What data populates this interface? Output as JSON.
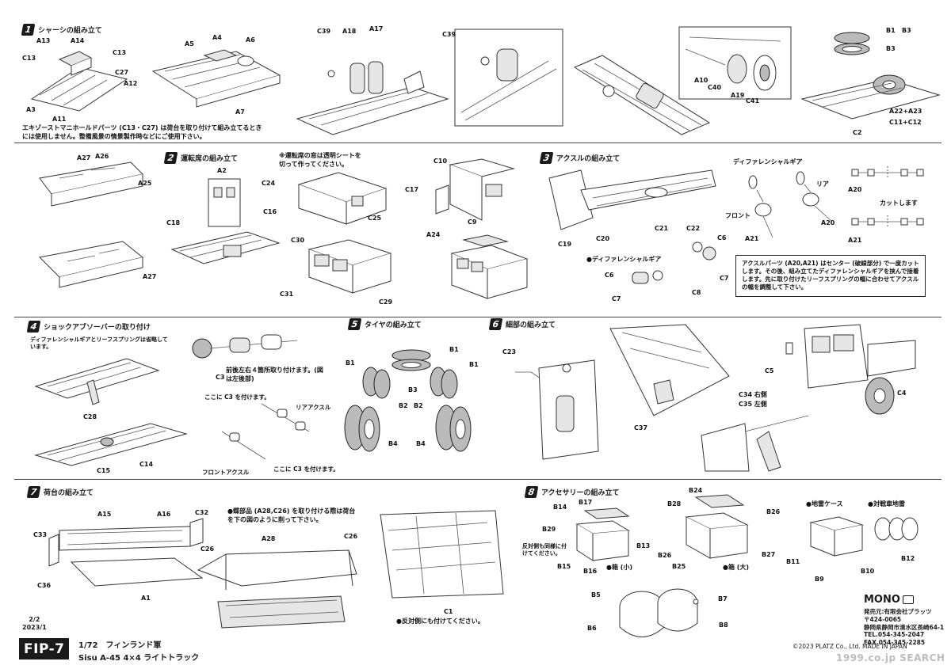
{
  "steps": [
    {
      "num": "1",
      "title": "シャーシの組み立て"
    },
    {
      "num": "2",
      "title": "運転席の組み立て"
    },
    {
      "num": "3",
      "title": "アクスルの組み立て"
    },
    {
      "num": "4",
      "title": "ショックアブソーバーの取り付け"
    },
    {
      "num": "5",
      "title": "タイヤの組み立て"
    },
    {
      "num": "6",
      "title": "細部の組み立て"
    },
    {
      "num": "7",
      "title": "荷台の組み立て"
    },
    {
      "num": "8",
      "title": "アクセサリーの組み立て"
    }
  ],
  "notes": {
    "exhaust": "エキゾーストマニホールドパーツ (C13・C27) は荷台を取り付けて組み立てるときには使用しません。整備風景の情景製作時などにご使用下さい。",
    "window": "※運転席の窓は透明シートを切って作ってください。",
    "axle": "アクスルパーツ (A20,A21) はセンター (破線部分) で一度カットします。その後、組み立てたディファレンシャルギアを挟んで接着します。先に取り付けたリーフスプリングの幅に合わせてアクスルの幅を調整して下さい。",
    "shock": "ディファレンシャルギアとリーフスプリングは省略しています。",
    "c3_both": "前後左右４箇所取り付けます。(図は左後部)",
    "c3_here_1": "ここに C3 を付けます。",
    "c3_here_2": "ここに C3 を付けます。",
    "rear_axle": "リアアクスル",
    "front_axle": "フロントアクスル",
    "hinge": "●蝶部品 (A28,C26) を取り付ける際は荷台を下の図のように削って下さい。",
    "other_side": "●反対側にも付けてください。",
    "other_side_same": "反対側も同様に付けてください。",
    "diff_gear": "ディファレンシャルギア",
    "diff_gear_bullet": "●ディファレンシャルギア",
    "front": "フロント",
    "rear": "リア",
    "cut": "カットします",
    "box_small": "●箱 (小)",
    "box_large": "●箱 (大)",
    "mine_case": "●地雷ケース",
    "at_mine": "●対戦車地雷",
    "c34": "C34 右側",
    "c35": "C35 左側"
  },
  "labels": {
    "s1": [
      "A13",
      "A14",
      "C13",
      "C13",
      "C27",
      "A12",
      "A3",
      "A11",
      "A5",
      "A4",
      "A6",
      "A7",
      "C39",
      "A18",
      "A17",
      "C39",
      "A10",
      "C40",
      "A19",
      "C41",
      "B1",
      "B3",
      "B3",
      "A22+A23",
      "C11+C12",
      "C2"
    ],
    "s2": [
      "A27",
      "A26",
      "A25",
      "A27",
      "A2",
      "C18",
      "C24",
      "C16",
      "C25",
      "C30",
      "C31",
      "C29",
      "C10",
      "C17",
      "C9",
      "A24"
    ],
    "s3": [
      "C19",
      "C20",
      "C21",
      "C22",
      "A20",
      "A21",
      "C6",
      "C7",
      "C6",
      "C7",
      "C8",
      "A20",
      "A21"
    ],
    "s4": [
      "C28",
      "C14",
      "C15",
      "C3"
    ],
    "s5": [
      "B1",
      "B1",
      "B1",
      "B3",
      "B2",
      "B2",
      "B4",
      "B4"
    ],
    "s6": [
      "C23",
      "C37",
      "C5",
      "C4"
    ],
    "s7": [
      "A15",
      "A16",
      "C32",
      "C33",
      "C36",
      "A1",
      "A28",
      "C26",
      "C26",
      "C1"
    ],
    "s8": [
      "B17",
      "B14",
      "B29",
      "B13",
      "B15",
      "B16",
      "B24",
      "B28",
      "B26",
      "B26",
      "B27",
      "B25",
      "B11",
      "B9",
      "B10",
      "B12",
      "B5",
      "B7",
      "B6",
      "B8"
    ]
  },
  "footer": {
    "page": "2/2",
    "date": "2023/1",
    "code": "FIP-7",
    "scale_title": "1/72　フィンランド軍",
    "model": "Sisu A-45 4×4 ライトトラック",
    "brand": "MONO",
    "publisher": "発売元:有限会社プラッツ",
    "zip": "〒424-0065",
    "address": "静岡県静岡市清水区長崎64-1",
    "tel": "TEL.054-345-2047",
    "fax": "FAX.054-345-2285",
    "copyright": "©2023 PLATZ Co., Ltd. MADE IN JAPAN",
    "watermark": "1999.co.jp SEARCH"
  },
  "icons": [
    "step-number-badge",
    "mono-logo-icon",
    "watermark-logo"
  ]
}
